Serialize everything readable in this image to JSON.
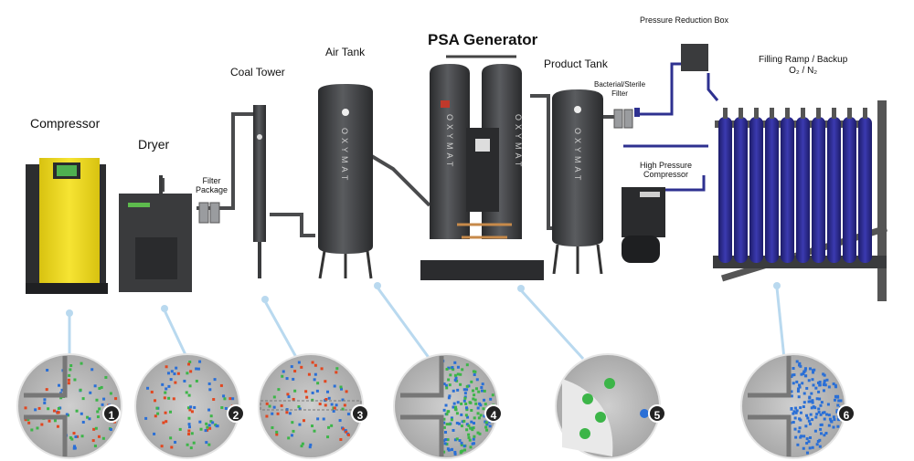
{
  "labels": {
    "compressor": "Compressor",
    "dryer": "Dryer",
    "filter_package_1": "Filter",
    "filter_package_2": "Package",
    "coal_tower": "Coal Tower",
    "air_tank": "Air Tank",
    "psa_generator": "PSA Generator",
    "product_tank": "Product Tank",
    "bacterial_filter_1": "Bacterial/Sterile",
    "bacterial_filter_2": "Filter",
    "pressure_reduction_box": "Pressure Reduction Box",
    "high_pressure_1": "High Pressure",
    "high_pressure_2": "Compressor",
    "filling_ramp_1": "Filling Ramp / Backup",
    "filling_ramp_2": "O₂ / N₂"
  },
  "tank_text": "OXYMAT",
  "badges": [
    "1",
    "2",
    "3",
    "4",
    "5",
    "6"
  ],
  "colors": {
    "compressor_yellow": "#f2dc1a",
    "equipment_dark": "#3c3d3f",
    "cylinder_blue": "#2b2a8c",
    "pipe_blue": "#2e3190",
    "callout_line": "#b9d9ef",
    "circle_gray": "#bdbdbd",
    "particle_blue": "#2a6fd6",
    "particle_green": "#3cb548",
    "particle_red": "#e2461f"
  }
}
